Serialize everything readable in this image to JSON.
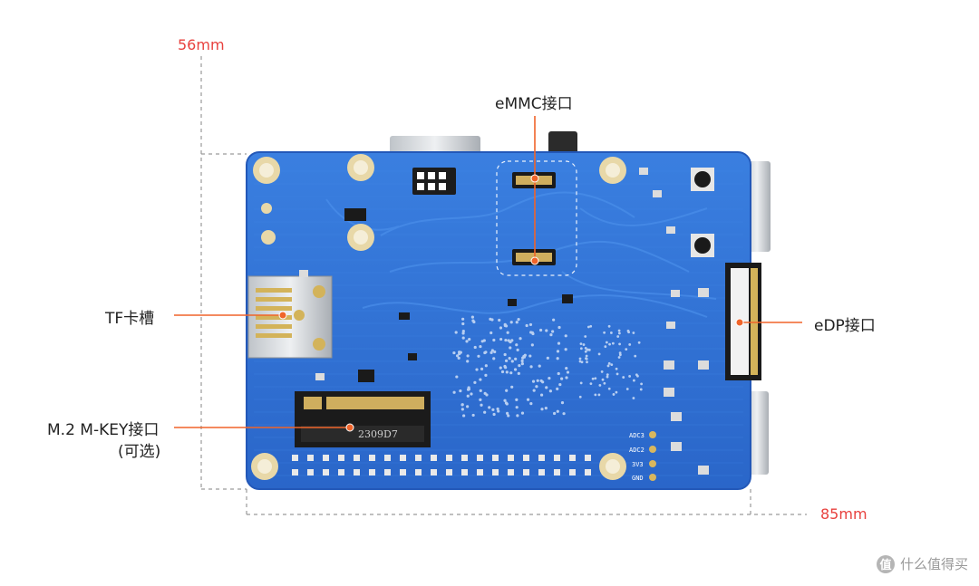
{
  "dimensions": {
    "height_label": "56mm",
    "width_label": "85mm"
  },
  "labels": {
    "emmc": "eMMC接口",
    "edp": "eDP接口",
    "tf": "TF卡槽",
    "m2_line1": "M.2 M-KEY接口",
    "m2_line2": "(可选)"
  },
  "board_text": {
    "m2_marking": "2309D7",
    "pin_adc2": "ADC2",
    "pin_adc3": "ADC3",
    "pin_3v3": "3V3",
    "pin_gnd": "GND"
  },
  "watermark": {
    "logo_char": "值",
    "text": "什么值得买"
  },
  "colors": {
    "board": "#2d6fd6",
    "board_dark": "#1f55b3",
    "dimension_red": "#e8413e",
    "leader_orange": "#f0642a",
    "dashed": "#9a9a9a"
  }
}
